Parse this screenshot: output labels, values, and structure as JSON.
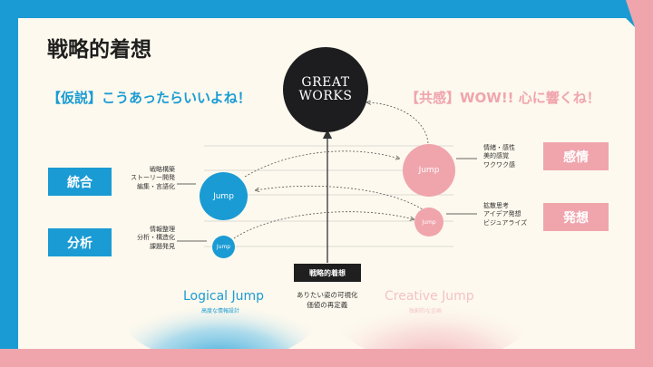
{
  "slide": {
    "title": "戦略的着想",
    "left_heading": "【仮説】こうあったらいいよね！",
    "right_heading": "【共感】WOW!! 心に響くね！",
    "goal": {
      "line1": "GREAT",
      "line2": "WORKS"
    },
    "left_boxes": [
      {
        "label": "統合",
        "notes": [
          "戦略構築",
          "ストーリー開発",
          "編集・言語化"
        ]
      },
      {
        "label": "分析",
        "notes": [
          "情報整理",
          "分析・構造化",
          "課題発見"
        ]
      }
    ],
    "right_boxes": [
      {
        "label": "感情",
        "notes": [
          "情緒・感性",
          "美的感覚",
          "ワクワク感"
        ]
      },
      {
        "label": "発想",
        "notes": [
          "拡散思考",
          "アイデア発想",
          "ビジュアライズ"
        ]
      }
    ],
    "left_jumps": {
      "large": "Jump",
      "small": "Jump"
    },
    "right_jumps": {
      "large": "Jump",
      "small": "Jump"
    },
    "center": {
      "label": "戦略的着想",
      "sub1": "ありたい姿の可視化",
      "sub2": "価値の再定義"
    },
    "logical": {
      "title": "Logical Jump",
      "sub": "高度な情報設計"
    },
    "creative": {
      "title": "Creative Jump",
      "sub": "独創的な企画"
    },
    "colors": {
      "blue": "#1a9bd4",
      "pink": "#f0a5ad",
      "cream": "#fdf9ee",
      "dark": "#1d1d1f"
    }
  }
}
